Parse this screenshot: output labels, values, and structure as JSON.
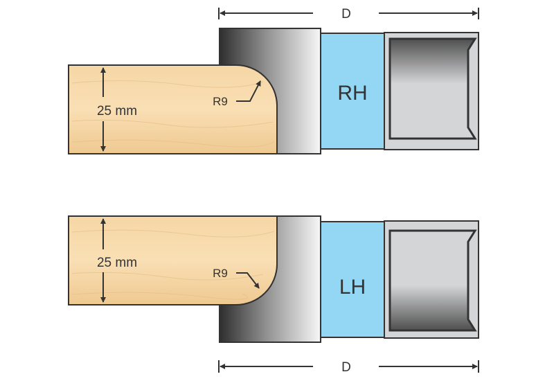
{
  "title": "Router bit profile diagram",
  "dimension_label": "D",
  "colors": {
    "wood_light": "#f8dcae",
    "wood_dark": "#edc48a",
    "steel_dark": "#2e2e2e",
    "steel_light": "#f7f7f7",
    "bearing_blue": "#94d7f5",
    "shank_gray": "#d4d5d7",
    "outline": "#333333"
  },
  "panels": [
    {
      "id": "rh",
      "hand_label": "RH",
      "thickness_label": "25 mm",
      "radius_label": "R9"
    },
    {
      "id": "lh",
      "hand_label": "LH",
      "thickness_label": "25 mm",
      "radius_label": "R9"
    }
  ]
}
